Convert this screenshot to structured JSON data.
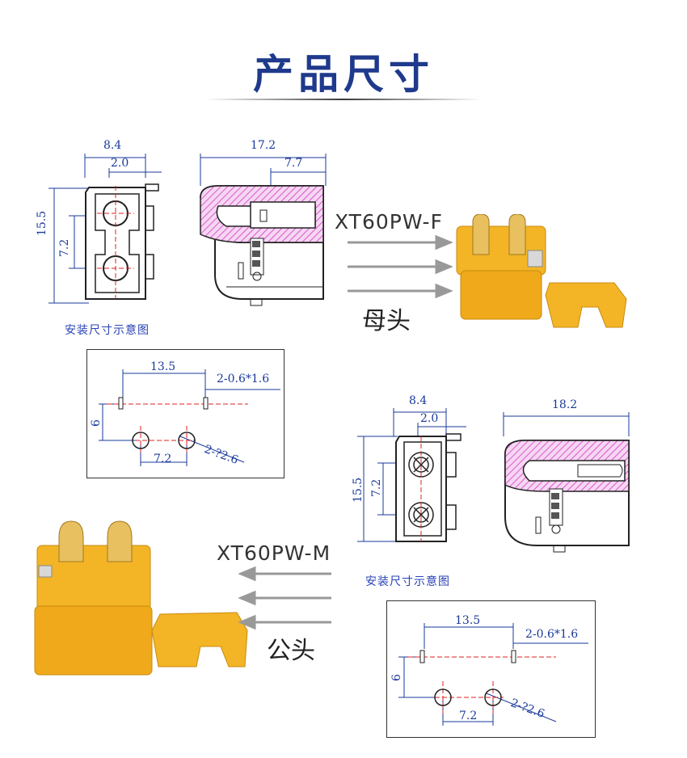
{
  "page": {
    "title": "产品尺寸"
  },
  "female": {
    "model": "XT60PW-F",
    "gender_label": "母头",
    "front_view": {
      "width": "8.4",
      "offset": "2.0",
      "height": "15.5",
      "pitch": "7.2"
    },
    "side_view": {
      "length": "17.2",
      "pin_length": "7.7"
    },
    "caption": "安装尺寸示意图",
    "footprint": {
      "pitch_x": "13.5",
      "slot": "2-0.6*1.6",
      "row_gap": "6",
      "pin_pitch": "7.2",
      "hole": "2-?2.6"
    }
  },
  "male": {
    "model": "XT60PW-M",
    "gender_label": "公头",
    "front_view": {
      "width": "8.4",
      "offset": "2.0",
      "height": "15.5",
      "pitch": "7.2"
    },
    "side_view": {
      "length": "18.2"
    },
    "caption": "安装尺寸示意图",
    "footprint": {
      "pitch_x": "13.5",
      "slot": "2-0.6*1.6",
      "row_gap": "6",
      "pin_pitch": "7.2",
      "hole": "2-?2.6"
    }
  },
  "colors": {
    "title": "#1f3a8c",
    "dimension": "#1a3a9a",
    "connector_body": "#f0b020",
    "hatch": "#d030c0",
    "center_line": "#e02020"
  }
}
